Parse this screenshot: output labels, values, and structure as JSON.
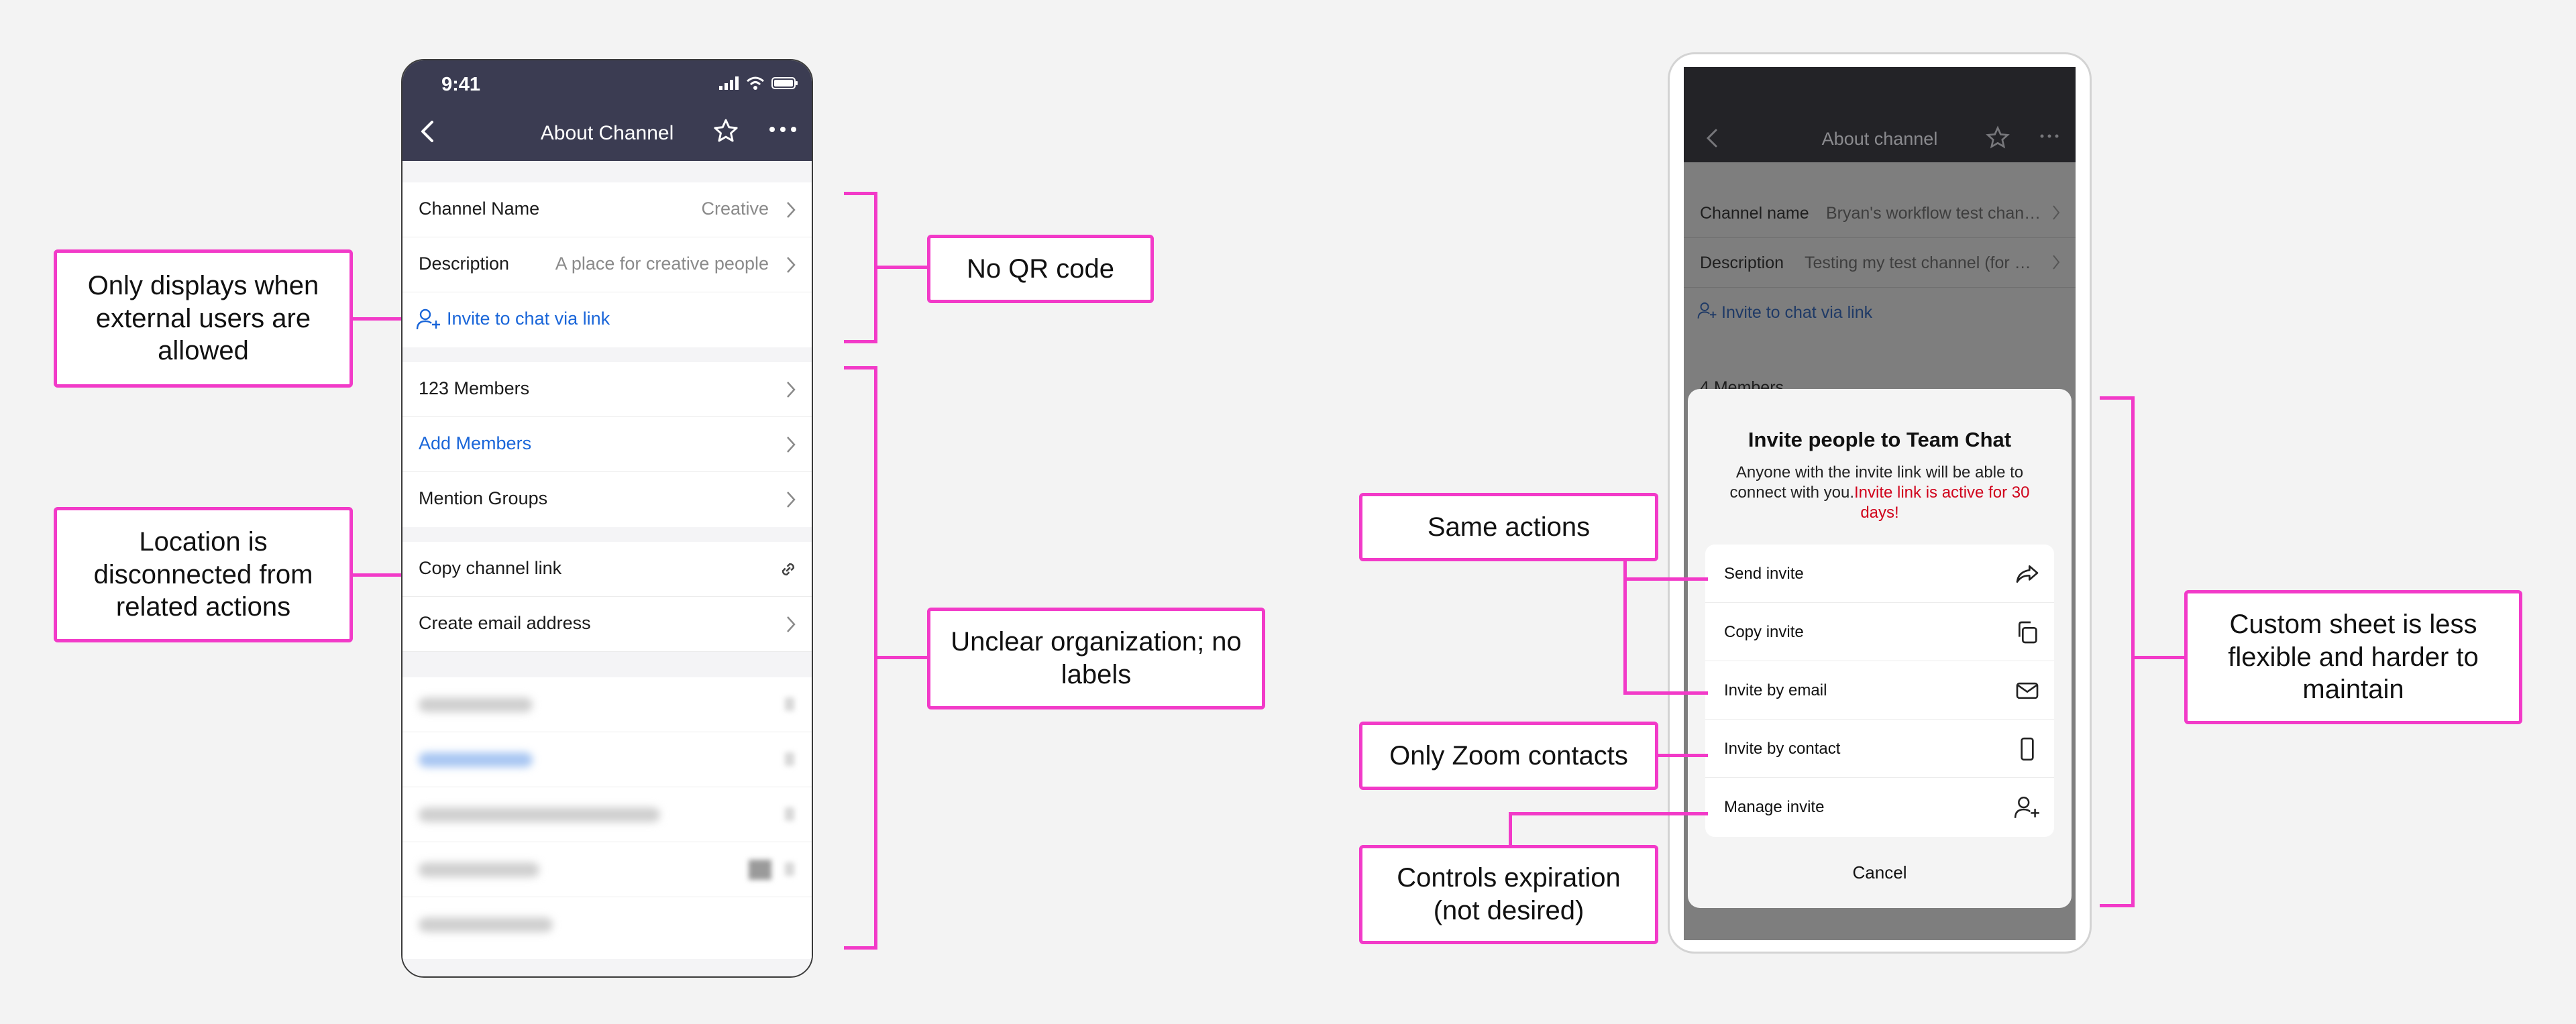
{
  "left_phone": {
    "status_time": "9:41",
    "nav_title": "About Channel",
    "rows": {
      "channel_name_label": "Channel Name",
      "channel_name_value": "Creative",
      "description_label": "Description",
      "description_value": "A place for creative people",
      "invite_link": "Invite to chat via link",
      "members": "123 Members",
      "add_members": "Add Members",
      "mention_groups": "Mention Groups",
      "copy_channel_link": "Copy channel link",
      "create_email": "Create email address"
    }
  },
  "right_phone": {
    "nav_title": "About channel",
    "channel_name_label": "Channel name",
    "channel_name_value": "Bryan's workflow test channel",
    "description_label": "Description",
    "description_value": "Testing my test channel (for workflows)",
    "invite_link": "Invite to chat via link",
    "members": "4 Members",
    "sheet": {
      "title": "Invite people to Team Chat",
      "description": "Anyone with the invite link will be able to connect with you.",
      "warning": "Invite link is active for 30 days!",
      "actions": [
        "Send invite",
        "Copy invite",
        "Invite by email",
        "Invite by contact",
        "Manage invite"
      ],
      "cancel": "Cancel"
    }
  },
  "callouts": {
    "external_users": "Only displays when external users are allowed",
    "location": "Location is disconnected from related actions",
    "no_qr": "No QR code",
    "unclear": "Unclear organization; no labels",
    "same_actions": "Same actions",
    "zoom_contacts": "Only Zoom contacts",
    "controls_expiration": "Controls expiration (not desired)",
    "custom_sheet": "Custom sheet is less flexible and harder to maintain"
  },
  "colors": {
    "annotation": "#f23ac8",
    "nav_bar": "#3b3c52",
    "link_blue": "#1a66d9",
    "warning_red": "#d0021b"
  }
}
